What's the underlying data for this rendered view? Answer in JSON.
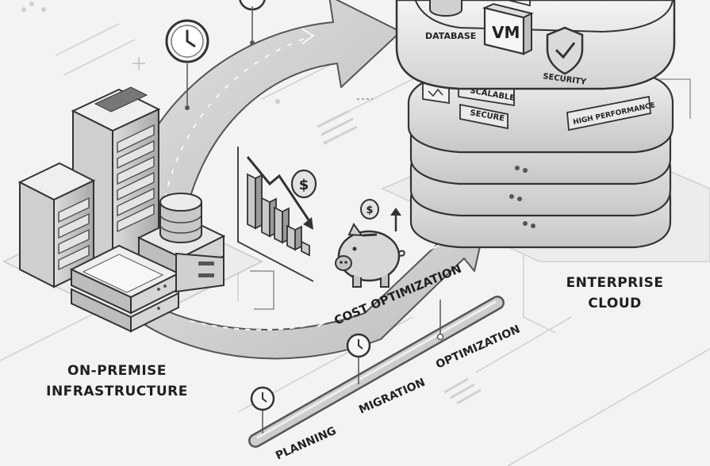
{
  "onprem": {
    "line1": "ON-PREMISE",
    "line2": "INFRASTRUCTURE"
  },
  "cloud": {
    "line1": "ENTERPRISE",
    "line2": "CLOUD",
    "database": "DATABASE",
    "vm": "VM",
    "security": "SECURITY",
    "scalable": "SCALABLE",
    "secure": "SECURE",
    "high_performance": "HIGH PERFORMANCE"
  },
  "flow": {
    "cost_optimization": "COST OPTIMIZATION"
  },
  "timeline": {
    "planning": "PLANNING",
    "migration": "MIGRATION",
    "optimization": "OPTIMIZATION"
  },
  "symbols": {
    "dollar": "$"
  },
  "icons": [
    "clock-icon",
    "server-rack-icon",
    "database-icon",
    "cloud-icon",
    "shield-icon",
    "vm-icon",
    "piggy-bank-icon",
    "dollar-coin-icon",
    "declining-bar-chart-icon",
    "migration-arrow-icon"
  ],
  "colors": {
    "background": "#f3f3f3",
    "line": "#444444",
    "arrow_fill": "#d4d4d4",
    "text": "#1f1f1f"
  }
}
